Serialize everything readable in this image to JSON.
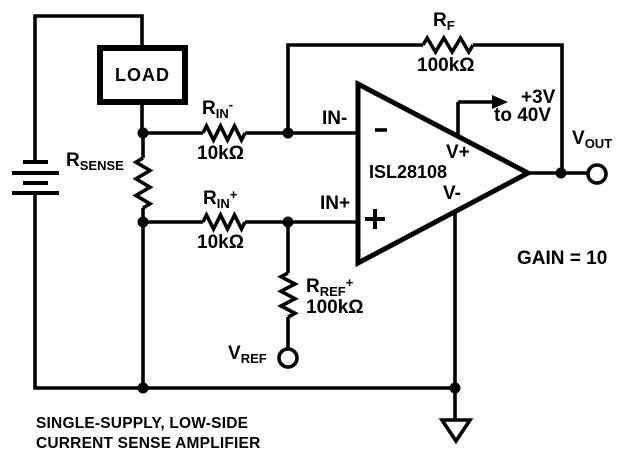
{
  "figure": {
    "caption_line1": "SINGLE-SUPPLY, LOW-SIDE",
    "caption_line2": "CURRENT SENSE AMPLIFIER",
    "gain_note": "GAIN = 10",
    "colors": {
      "ink": "#000000",
      "background": "#ffffff"
    }
  },
  "load": {
    "label": "LOAD"
  },
  "battery": {
    "icon": "battery-icon"
  },
  "opamp": {
    "part_number": "ISL28108",
    "pin_in_minus": "IN-",
    "pin_in_plus": "IN+",
    "pin_v_plus": "V+",
    "pin_v_minus": "V-",
    "minus_icon": "−",
    "plus_icon": "+"
  },
  "supply": {
    "arrow_icon": "right-arrow",
    "line1": "+3V",
    "line2": "to 40V"
  },
  "resistors": {
    "r_f": {
      "name": "R",
      "sub": "F",
      "value": "100kΩ"
    },
    "r_sense": {
      "name": "R",
      "sub": "SENSE"
    },
    "r_in_minus": {
      "name": "R",
      "sub": "IN",
      "sup": "-",
      "value": "10kΩ"
    },
    "r_in_plus": {
      "name": "R",
      "sub": "IN",
      "sup": "+",
      "value": "10kΩ"
    },
    "r_ref_plus": {
      "name": "R",
      "sub": "REF",
      "sup": "+",
      "value": "100kΩ"
    }
  },
  "terminals": {
    "v_out": {
      "name": "V",
      "sub": "OUT"
    },
    "v_ref": {
      "name": "V",
      "sub": "REF"
    },
    "ground_icon": "ground-symbol"
  }
}
